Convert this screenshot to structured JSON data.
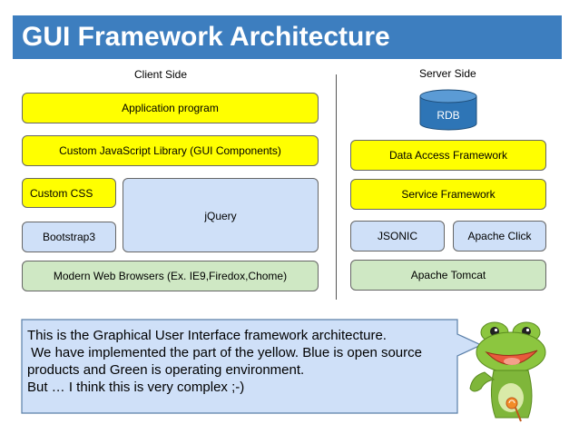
{
  "header": {
    "title": "GUI Framework Architecture"
  },
  "sections": {
    "client": "Client Side",
    "server": "Server Side"
  },
  "client": {
    "application_program": "Application program",
    "custom_js_library": "Custom JavaScript Library (GUI Components)",
    "custom_css": "Custom CSS",
    "jquery": "jQuery",
    "bootstrap": "Bootstrap3",
    "browsers": "Modern Web Browsers    (Ex. IE9,Firedox,Chome)"
  },
  "server": {
    "rdb": "RDB",
    "data_access": "Data Access Framework",
    "service": "Service Framework",
    "jsonic": "JSONIC",
    "apache_click": "Apache Click",
    "tomcat": "Apache Tomcat"
  },
  "callout": {
    "lines": [
      "This is the Graphical User Interface framework architecture.",
      " We have implemented the part of the yellow. Blue is open source",
      "products and Green is operating environment.",
      "But … I think this is very complex ;-)"
    ]
  },
  "colors": {
    "title_bar": "#3d7ebf",
    "implemented": "#ffff00",
    "open_source": "#cfe0f8",
    "environment": "#cfe8c4",
    "rdb": "#2e75b6"
  },
  "mascot": {
    "icon": "frog-plush-icon"
  }
}
